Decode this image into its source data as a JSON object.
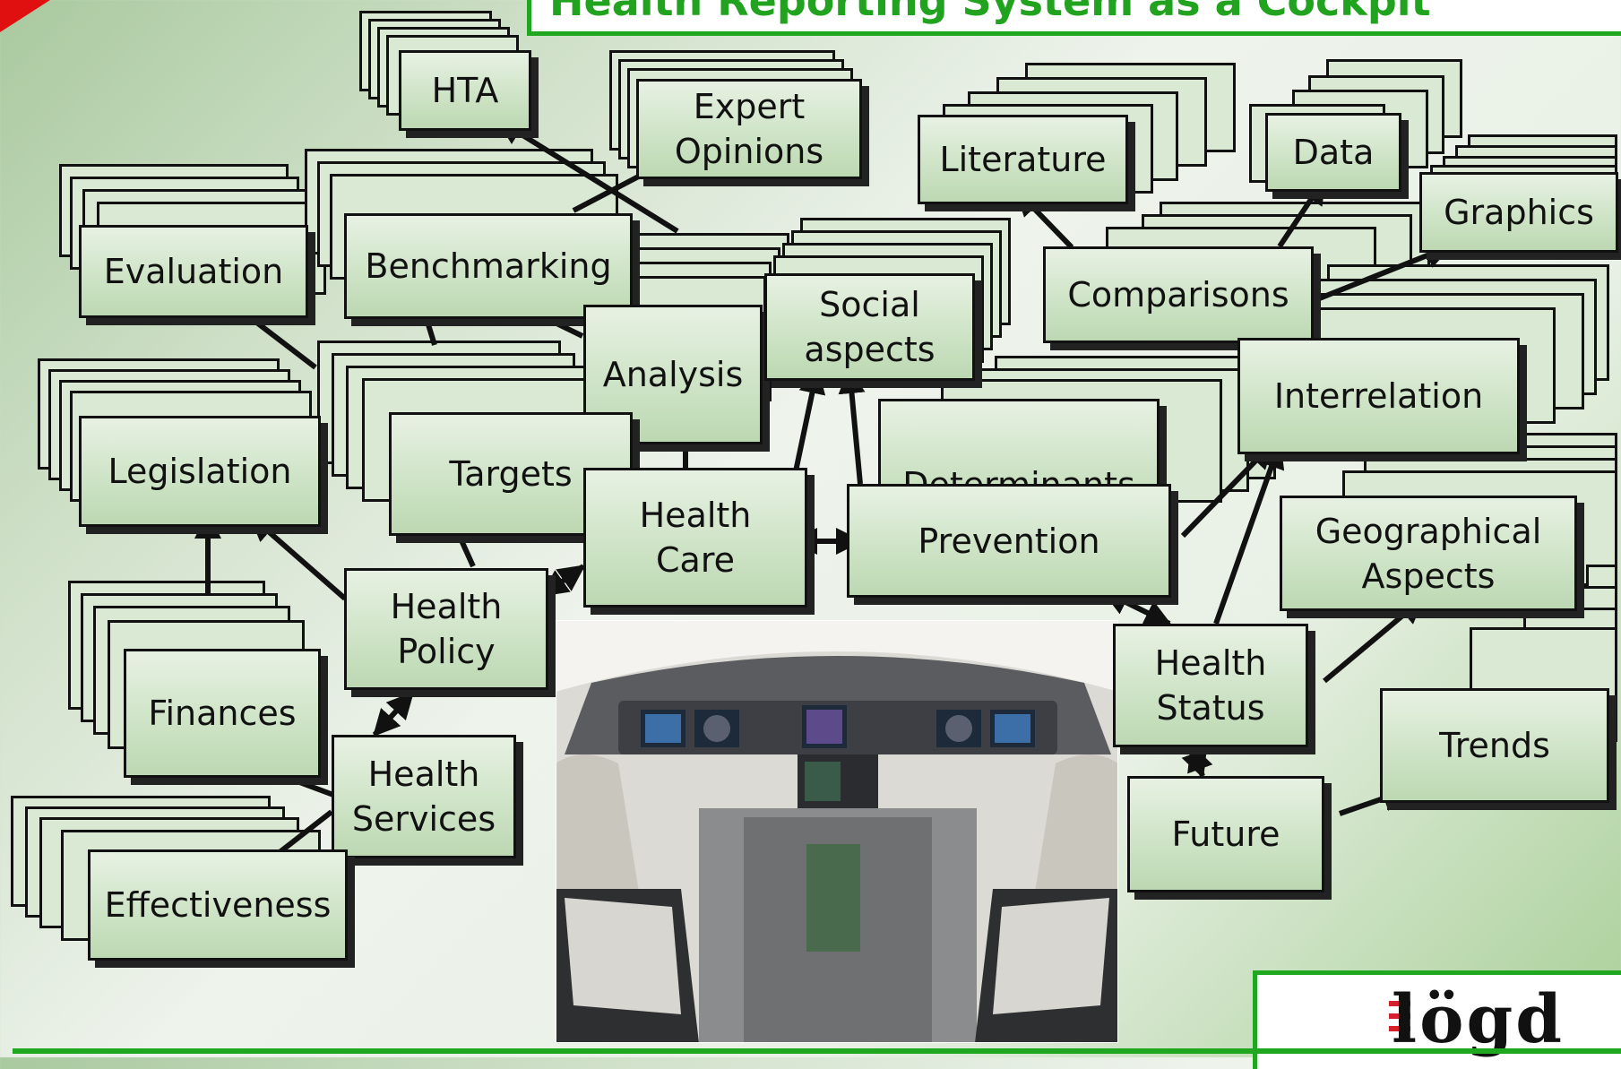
{
  "title": "Health Reporting System as a Cockpit",
  "logo": "lögd",
  "colors": {
    "accent_green": "#1fa81f",
    "node_fill": "#cfe4c7",
    "node_border": "#111111",
    "logo_red": "#d6202b"
  },
  "nodes": {
    "hta": "HTA",
    "expert_opinions": "Expert\nOpinions",
    "literature": "Literature",
    "data": "Data",
    "graphics": "Graphics",
    "evaluation": "Evaluation",
    "benchmarking": "Benchmarking",
    "analysis": "Analysis",
    "social_aspects": "Social\naspects",
    "comparisons": "Comparisons",
    "interrelation": "Interrelation",
    "legislation": "Legislation",
    "targets": "Targets",
    "health_care": "Health\nCare",
    "determinants": "Determinants",
    "prevention": "Prevention",
    "geographical_aspects": "Geographical\nAspects",
    "health_policy": "Health\nPolicy",
    "finances": "Finances",
    "health_status": "Health\nStatus",
    "trends": "Trends",
    "health_services": "Health\nServices",
    "future": "Future",
    "effectiveness": "Effectiveness"
  },
  "photo_description_icon": "cockpit-photo"
}
